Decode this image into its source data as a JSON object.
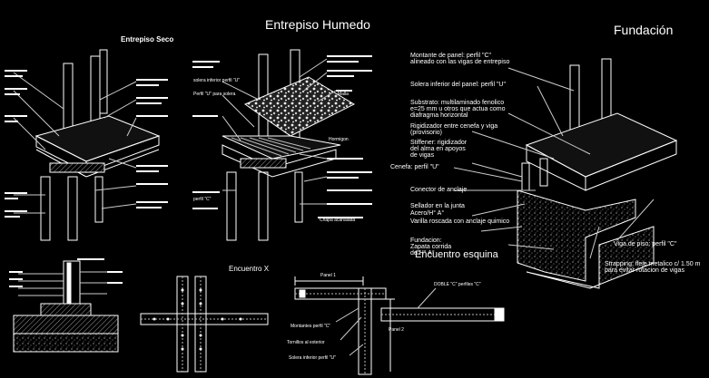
{
  "titles": {
    "humedo": "Entrepiso Humedo",
    "seco": "Entrepiso Seco",
    "fundacion": "Fundación",
    "encuentro_x": "Encuentro X",
    "encuentro_esquina": "Encuentro esquina"
  },
  "fundacion_labels": {
    "montante": "Montante de panel: perfil \"C\" alineado con las vigas de entrepiso",
    "solera": "Solera inferior del panel: perfil \"U\"",
    "substrato": "Substrato: multilaminado fenolico e=25 mm u otros que actua como diafragma horizontal",
    "rigidizador": "Rigidizador entre cenefa y viga (provisorio)",
    "stiffener": "Stiffener: rigidizador del alma en apoyos de vigas",
    "cenefa": "Cenefa: perfil \"U\"",
    "conector": "Conector de anclaje",
    "sellador": "Sellador en la junta",
    "acero": "Acero/H° A°",
    "varilla": "Varilla roscada con anclaje quimico",
    "fundacion": "Fundacion: Zapata corrida de H° A°",
    "viga_piso": "Viga de piso: perfil \"C\"",
    "strapping": "Strapping: fleje metalico c/ 1.50 m para evitar rotacion de vigas"
  },
  "esquina_labels": {
    "panel1": "Panel 1",
    "panel2": "Panel 2",
    "doble_c": "DOBLE \"C\" perfiles \"C\"",
    "montante_c": "Montantes perfil \"C\"",
    "tornillos": "Tornillos al exterior",
    "solera_u": "Solera inferior perfil \"U\""
  },
  "humedo_labels": {
    "solera": "solera inferior perfil \"U\"",
    "perfil_u": "Perfil \"U\" para solera",
    "malla": "Malla",
    "hormigon": "Hormigon",
    "perfil_c": "perfil \"C\"",
    "chapa": "Chapa acanalada"
  }
}
